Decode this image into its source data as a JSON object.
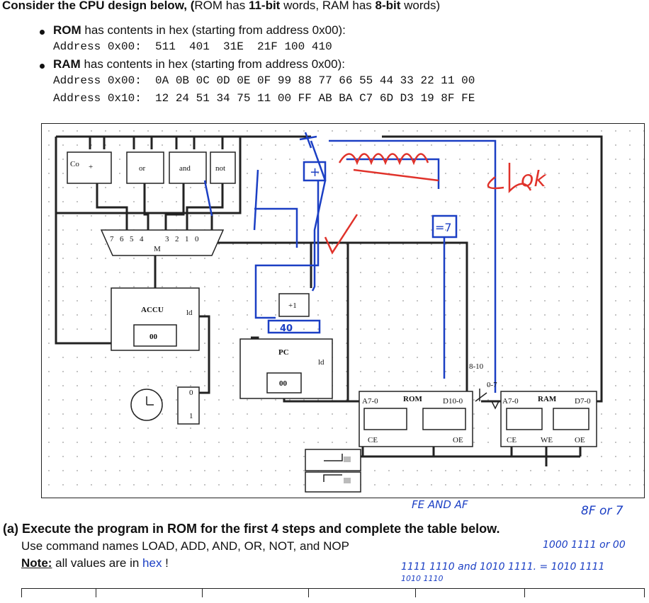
{
  "intro": {
    "lead": "Consider the CPU design below, (",
    "rom": "ROM",
    "mid1": " has ",
    "rom_bits": "11-bit",
    "mid2": " words, RAM has ",
    "ram_bits": "8-bit",
    "mid3": " words)"
  },
  "rom_line": {
    "label": "ROM",
    "text": " has contents in hex (starting from address 0x00):"
  },
  "rom_contents": "Address 0x00:  511  401  31E  21F 100 410",
  "ram_line": {
    "label": "RAM",
    "text": " has contents in hex (starting from address 0x00):"
  },
  "ram_rows": [
    "Address 0x00:  0A 0B 0C 0D 0E 0F 99 88 77 66 55 44 33 22 11 00",
    "Address 0x10:  12 24 51 34 75 11 00 FF AB BA C7 6D D3 19 8F FE"
  ],
  "circuit": {
    "alu": [
      "+",
      "or",
      "and",
      "not"
    ],
    "carry": "Co",
    "mux_inputs": [
      "7",
      "6",
      "5",
      "4",
      "3",
      "2",
      "1",
      "0"
    ],
    "mux_label": "M",
    "accu_label": "ACCU",
    "accu_value": "00",
    "ld": "ld",
    "inc": "+1",
    "pc_label": "PC",
    "pc_value": "00",
    "clk_out0": "0",
    "clk_out1": "1",
    "rom_label": "ROM",
    "rom_addr": "A7-0",
    "rom_data": "D10-0",
    "rom_ce": "CE",
    "rom_oe": "OE",
    "split_hi": "8-10",
    "split_lo": "0-7",
    "ram_label": "RAM",
    "ram_addr": "A7-0",
    "ram_data": "D7-0",
    "ram_ce": "CE",
    "ram_we": "WE",
    "ram_oe": "OE",
    "annot_add": "+",
    "annot_eq": "=7",
    "annot_ok": "ok",
    "annot_40": "40"
  },
  "notes": {
    "fe_and_af": "FE AND AF",
    "eight_f": "8F or 7",
    "binary_a": "1000 1111 or 00",
    "binary_b": "1111 1110 and 1010 1111. = 1010 1111",
    "binary_c": "1010 1110"
  },
  "task": {
    "label": "(a) Execute the program in ROM for the first 4 steps and complete the table below.",
    "commands": "Use command names LOAD, ADD, AND, OR, NOT, and NOP",
    "note_label": "Note:",
    "note_text": " all values are in ",
    "hex": "hex",
    "excl": " !"
  },
  "colors": {
    "ink": "#111111",
    "pen_blue": "#1b3fc4",
    "pen_red": "#e0322a",
    "grid": "#bbbbbb"
  }
}
